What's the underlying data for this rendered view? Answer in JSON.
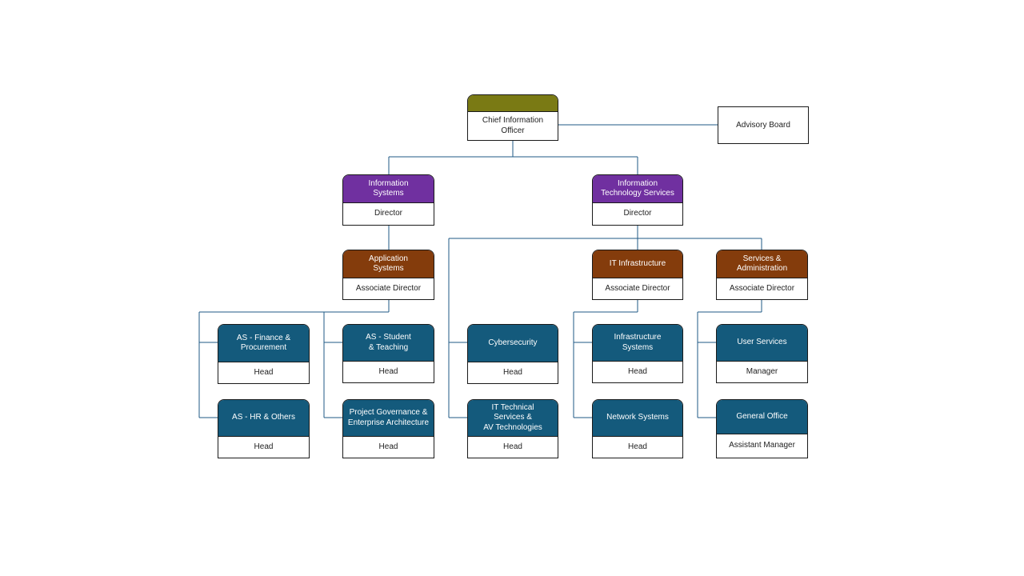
{
  "colors": {
    "executive": "#7a7a14",
    "director": "#7030a0",
    "associate": "#843c0c",
    "unit": "#145a7c",
    "line": "#1f5a86"
  },
  "nodes": {
    "cio": {
      "title": "",
      "role": "Chief Information\nOfficer"
    },
    "advisory": {
      "label": "Advisory Board"
    },
    "is_dir": {
      "title": "Information\nSystems",
      "role": "Director"
    },
    "its_dir": {
      "title": "Information\nTechnology Services",
      "role": "Director"
    },
    "app_sys": {
      "title": "Application\nSystems",
      "role": "Associate Director"
    },
    "it_infra": {
      "title": "IT Infrastructure",
      "role": "Associate Director"
    },
    "svc_admin": {
      "title": "Services &\nAdministration",
      "role": "Associate Director"
    },
    "as_fin": {
      "title": "AS - Finance &\nProcurement",
      "role": "Head"
    },
    "as_stu": {
      "title": "AS - Student\n& Teaching",
      "role": "Head"
    },
    "cyber": {
      "title": "Cybersecurity",
      "role": "Head"
    },
    "infra_sys": {
      "title": "Infrastructure\nSystems",
      "role": "Head"
    },
    "user_svc": {
      "title": "User Services",
      "role": "Manager"
    },
    "as_hr": {
      "title": "AS - HR & Others",
      "role": "Head"
    },
    "proj_gov": {
      "title": "Project Governance &\nEnterprise Architecture",
      "role": "Head"
    },
    "it_tech": {
      "title": "IT Technical\nServices &\nAV Technologies",
      "role": "Head"
    },
    "net_sys": {
      "title": "Network Systems",
      "role": "Head"
    },
    "gen_office": {
      "title": "General Office",
      "role": "Assistant Manager"
    }
  }
}
